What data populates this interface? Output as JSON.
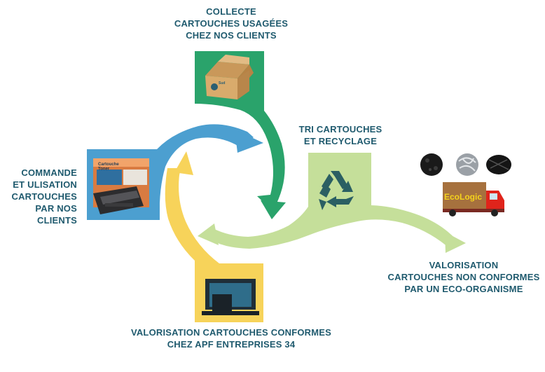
{
  "labels": {
    "collecte": "COLLECTE\nCARTOUCHES USAGÉES\nCHEZ NOS CLIENTS",
    "tri": "TRI CARTOUCHES\nET RECYCLAGE",
    "commande": "COMMANDE\nET ULISATION\nCARTOUCHES\nPAR NOS CLIENTS",
    "valorisation_non_conformes": "VALORISATION\nCARTOUCHES NON CONFORMES\nPAR UN ECO-ORGANISME",
    "valorisation_conformes": "VALORISATION CARTOUCHES CONFORMES\nCHEZ APF ENTREPRISES 34"
  },
  "images": {
    "box_brand": "Sud",
    "cartridge_box_text": "Cartouche\nToner",
    "truck_logo": "EcoLogic"
  },
  "colors": {
    "green": "#2aa36b",
    "blue": "#4c9fd0",
    "yellow": "#f7d35a",
    "light_green": "#c5df9a",
    "text": "#1f5a6e",
    "truck_red": "#e0241b"
  }
}
